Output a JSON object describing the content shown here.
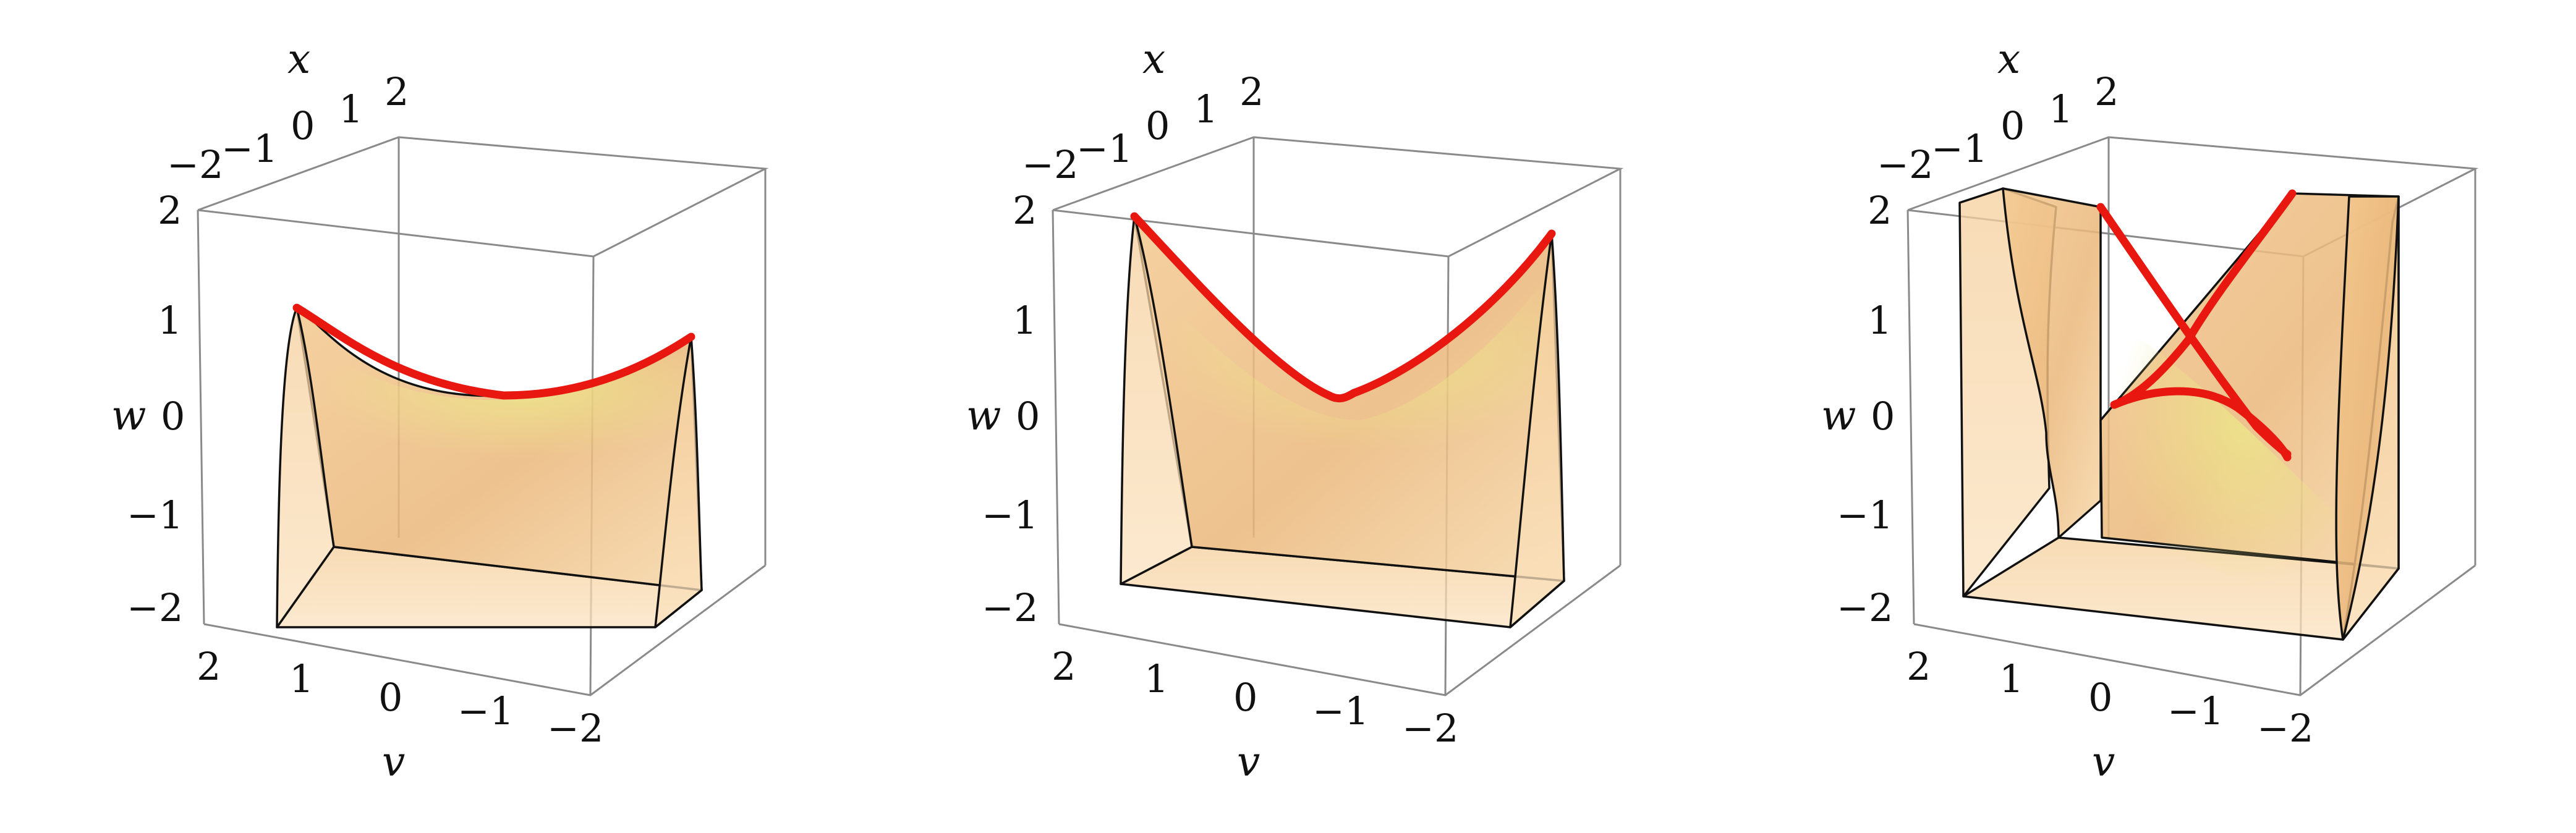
{
  "figure": {
    "panels": [
      {
        "id": "panel-1",
        "axis_labels": {
          "x": "x",
          "v": "v",
          "w": "w"
        },
        "ticks": {
          "x": [
            "−2",
            "−1",
            "0",
            "1",
            "2"
          ],
          "w": [
            "2",
            "1",
            "0",
            "−1",
            "−2"
          ],
          "v": [
            "2",
            "1",
            "0",
            "−1",
            "−2"
          ]
        }
      },
      {
        "id": "panel-2",
        "axis_labels": {
          "x": "x",
          "v": "v",
          "w": "w"
        },
        "ticks": {
          "x": [
            "−2",
            "−1",
            "0",
            "1",
            "2"
          ],
          "w": [
            "2",
            "1",
            "0",
            "−1",
            "−2"
          ],
          "v": [
            "2",
            "1",
            "0",
            "−1",
            "−2"
          ]
        }
      },
      {
        "id": "panel-3",
        "axis_labels": {
          "x": "x",
          "v": "v",
          "w": "w"
        },
        "ticks": {
          "x": [
            "−2",
            "−1",
            "0",
            "1",
            "2"
          ],
          "w": [
            "2",
            "1",
            "0",
            "−1",
            "−2"
          ],
          "v": [
            "2",
            "1",
            "0",
            "−1",
            "−2"
          ]
        }
      }
    ],
    "colors": {
      "surface_light": "#fbe3bf",
      "surface_mid": "#eeb97a",
      "surface_highlight": "#ece68a",
      "curve_red": "#e8170f",
      "edge_black": "#111111",
      "box_gray": "#8a8a8a"
    }
  }
}
